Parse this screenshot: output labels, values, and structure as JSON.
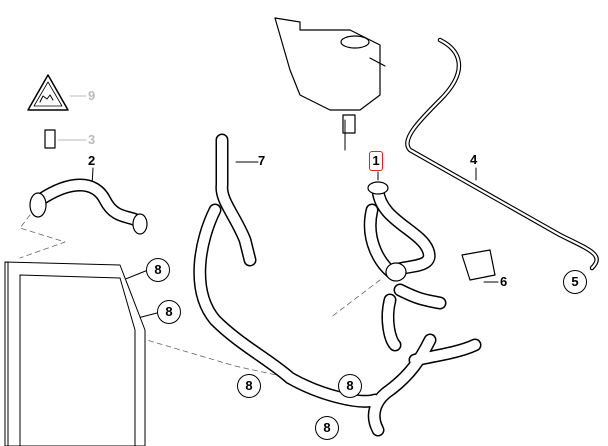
{
  "diagram": {
    "callouts": {
      "p1": "1",
      "p2": "2",
      "p3": "3",
      "p4": "4",
      "p5": "5",
      "p6": "6",
      "p7": "7",
      "p9": "9",
      "p8a": "8",
      "p8b": "8",
      "p8c": "8",
      "p8d": "8",
      "p8e": "8"
    },
    "highlight_color": "#dd2222"
  }
}
